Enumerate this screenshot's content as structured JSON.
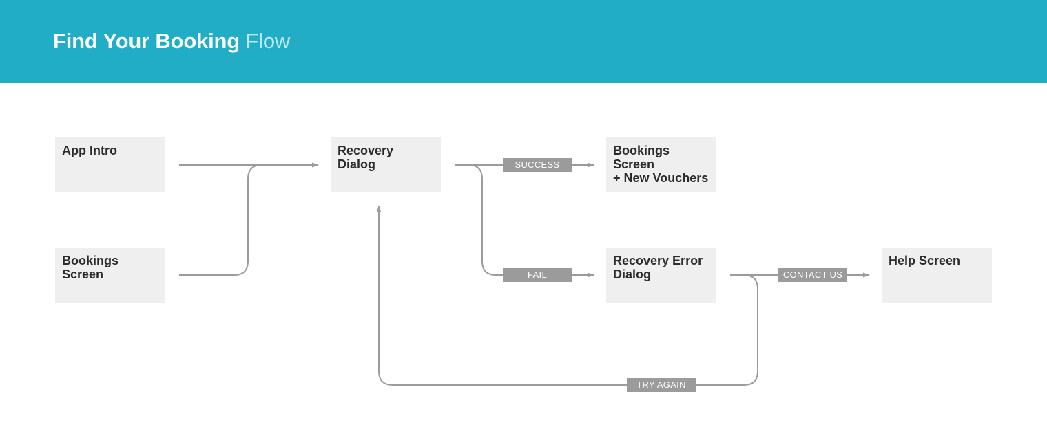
{
  "header": {
    "title_bold": "Find Your Booking",
    "title_light": "Flow",
    "background_color": "#22adc7"
  },
  "nodes": {
    "app_intro": "App Intro",
    "bookings_screen": "Bookings Screen",
    "recovery_dialog": "Recovery Dialog",
    "bookings_new_vouchers": "Bookings Screen\n+ New Vouchers",
    "recovery_error_dialog": "Recovery Error\nDialog",
    "help_screen": "Help Screen"
  },
  "edge_labels": {
    "success": "SUCCESS",
    "fail": "FAIL",
    "contact_us": "CONTACT US",
    "try_again": "TRY AGAIN"
  },
  "edges": [
    {
      "from": "App Intro",
      "to": "Recovery Dialog"
    },
    {
      "from": "Bookings Screen",
      "to": "Recovery Dialog"
    },
    {
      "from": "Recovery Dialog",
      "to": "Bookings Screen + New Vouchers",
      "label": "SUCCESS"
    },
    {
      "from": "Recovery Dialog",
      "to": "Recovery Error Dialog",
      "label": "FAIL"
    },
    {
      "from": "Recovery Error Dialog",
      "to": "Help Screen",
      "label": "CONTACT US"
    },
    {
      "from": "Recovery Error Dialog",
      "to": "Recovery Dialog",
      "label": "TRY AGAIN"
    }
  ],
  "colors": {
    "node_fill": "#efefef",
    "edge_stroke": "#9b9b9b",
    "label_fill": "#9b9b9b"
  }
}
